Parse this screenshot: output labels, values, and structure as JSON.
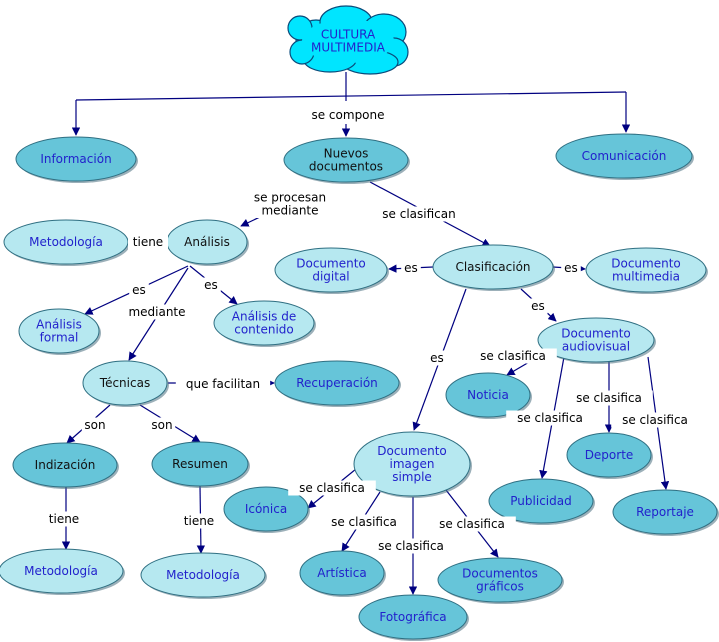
{
  "colors": {
    "dark_fill": "#66c5d9",
    "light_fill": "#b6e8f0",
    "cloud_fill": "#00e5ff",
    "edge": "#000080",
    "concept_text_blue": "#2222cc",
    "concept_text_dark": "#111111"
  },
  "concepts": {
    "cultura": "CULTURA\nMULTIMEDIA",
    "informacion": "Información",
    "nuevos_documentos": "Nuevos\ndocumentos",
    "comunicacion": "Comunicación",
    "metodologia_top": "Metodología",
    "analisis": "Análisis",
    "documento_digital": "Documento\ndigital",
    "clasificacion": "Clasificación",
    "documento_multimedia": "Documento\nmultimedia",
    "analisis_formal": "Análisis\nformal",
    "analisis_contenido": "Análisis de\ncontenido",
    "documento_audiovisual": "Documento\naudiovisual",
    "tecnicas": "Técnicas",
    "recuperacion": "Recuperación",
    "noticia": "Noticia",
    "indizacion": "Indización",
    "resumen": "Resumen",
    "deporte": "Deporte",
    "documento_imagen": "Documento\nimagen\nsimple",
    "iconica": "Icónica",
    "publicidad": "Publicidad",
    "reportaje": "Reportaje",
    "metodologia_left": "Metodología",
    "metodologia_mid": "Metodología",
    "artistica": "Artística",
    "documentos_graficos": "Documentos\ngráficos",
    "fotografica": "Fotográfica"
  },
  "linking_phrases": {
    "se_compone": "se compone",
    "se_procesan": "se procesan\nmediante",
    "se_clasifican": "se clasifican",
    "tiene_top": "tiene",
    "es_digital": "es",
    "es_multimedia": "es",
    "es_formal": "es",
    "es_contenido": "es",
    "mediante": "mediante",
    "es_audiovisual": "es",
    "es_imagen": "es",
    "que_facilitan": "que facilitan",
    "se_clasifica_noticia": "se clasifica",
    "son_left": "son",
    "son_right": "son",
    "se_clasifica_deporte": "se clasifica",
    "se_clasifica_publicidad": "se clasifica",
    "se_clasifica_reportaje": "se clasifica",
    "se_clasifica_iconica": "se clasifica",
    "tiene_left": "tiene",
    "tiene_mid": "tiene",
    "se_clasifica_artistica": "se clasifica",
    "se_clasifica_fotografica": "se clasifica",
    "se_clasifica_graficos": "se clasifica"
  }
}
